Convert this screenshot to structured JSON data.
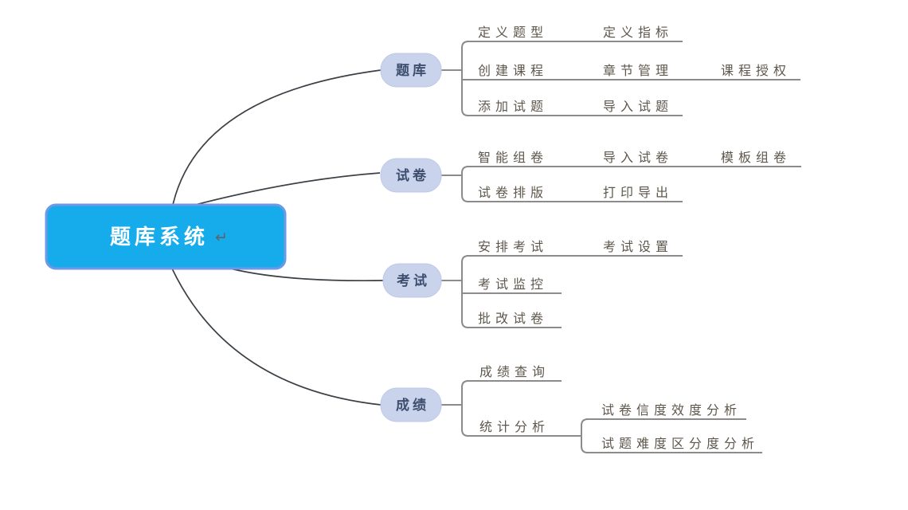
{
  "root": {
    "label": "题库系统",
    "editing_mark": "↵"
  },
  "branches": [
    {
      "label": "题库",
      "children": [
        {
          "label": "定义题型",
          "children": [
            {
              "label": "定义指标"
            }
          ]
        },
        {
          "label": "创建课程",
          "children": [
            {
              "label": "章节管理",
              "children": [
                {
                  "label": "课程授权"
                }
              ]
            }
          ]
        },
        {
          "label": "添加试题",
          "children": [
            {
              "label": "导入试题"
            }
          ]
        }
      ]
    },
    {
      "label": "试卷",
      "children": [
        {
          "label": "智能组卷",
          "children": [
            {
              "label": "导入试卷",
              "children": [
                {
                  "label": "模板组卷"
                }
              ]
            }
          ]
        },
        {
          "label": "试卷排版",
          "children": [
            {
              "label": "打印导出"
            }
          ]
        }
      ]
    },
    {
      "label": "考试",
      "children": [
        {
          "label": "安排考试",
          "children": [
            {
              "label": "考试设置"
            }
          ]
        },
        {
          "label": "考试监控"
        },
        {
          "label": "批改试卷"
        }
      ]
    },
    {
      "label": "成绩",
      "children": [
        {
          "label": "成绩查询"
        },
        {
          "label": "统计分析",
          "children": [
            {
              "label": "试卷信度效度分析"
            },
            {
              "label": "试题难度区分度分析"
            }
          ]
        }
      ]
    }
  ],
  "colors": {
    "background": "#FFFFFF",
    "root_fill": "#16ACEC",
    "root_border": "#7198E6",
    "root_text": "#FFFFFF",
    "branch_fill": "#C9D4EC",
    "branch_text": "#3E4E6E",
    "topic_text": "#5E574C",
    "tree_line": "#8B8B8B",
    "curve_line": "#3B4045"
  }
}
